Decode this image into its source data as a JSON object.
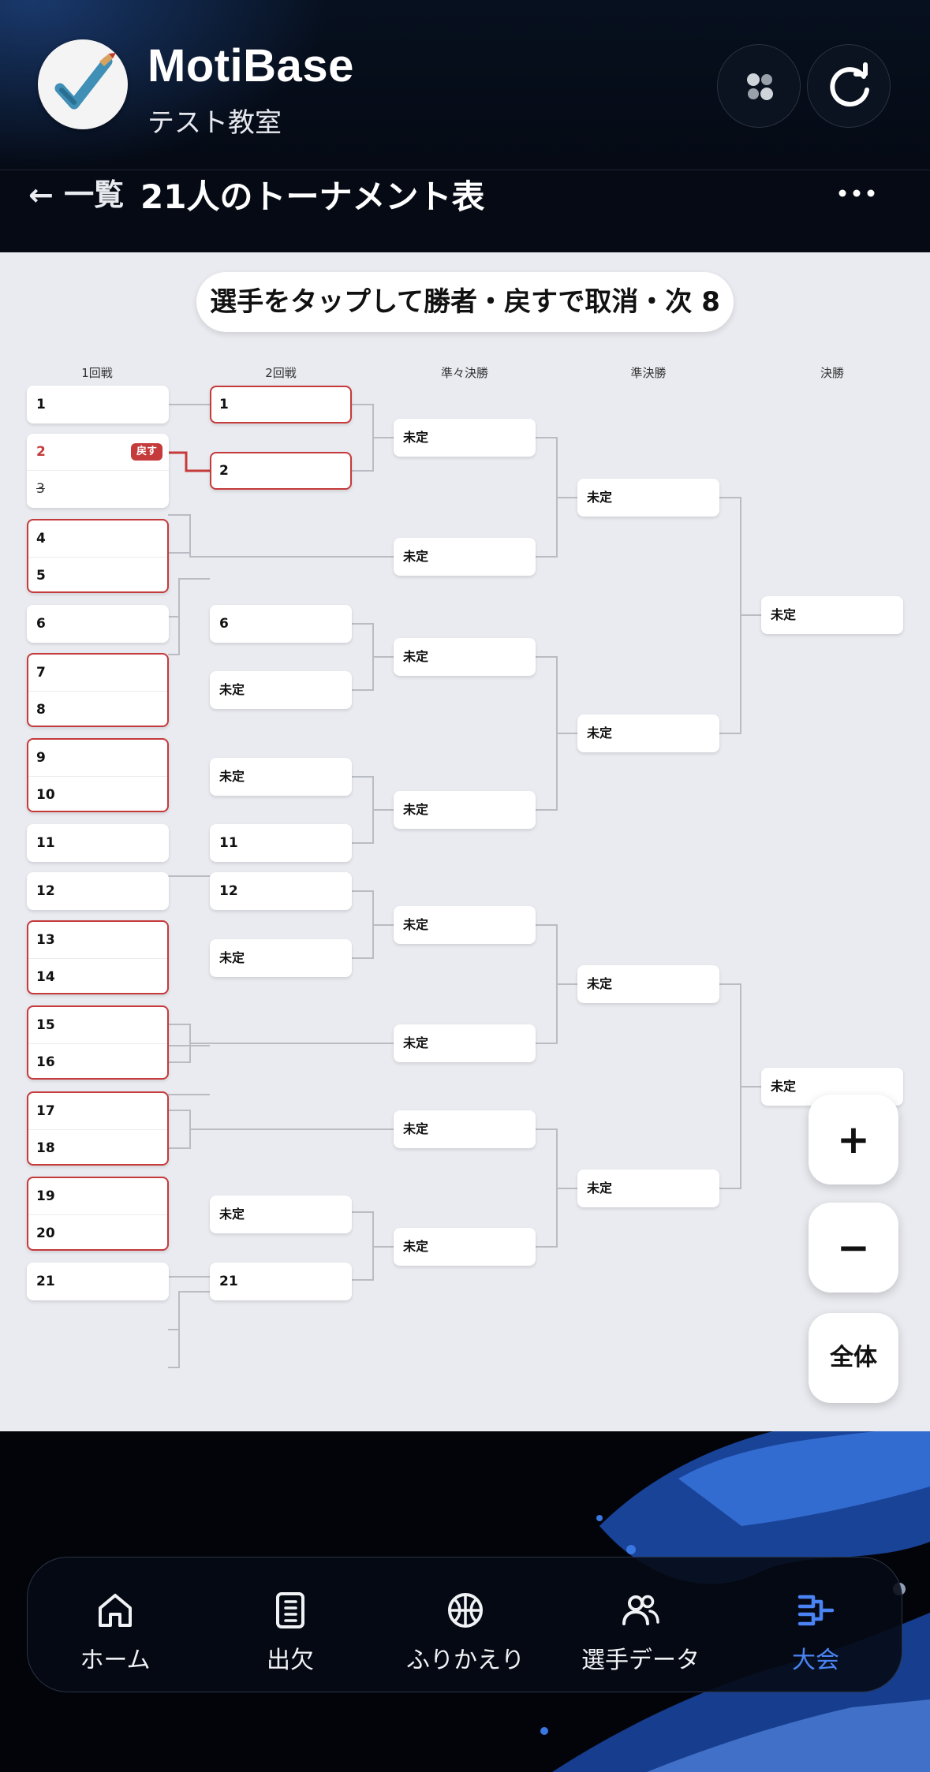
{
  "app": {
    "name": "MotiBase",
    "classroom": "テスト教室"
  },
  "titlebar": {
    "back_label": "← 一覧",
    "title": "21人のトーナメント表"
  },
  "instruction": "選手をタップして勝者・戻すで取消・次 8",
  "rounds": [
    "1回戦",
    "2回戦",
    "準々決勝",
    "準決勝",
    "決勝"
  ],
  "bracket": {
    "undecided": "未定",
    "undo_label": "戻す",
    "r1": [
      {
        "a": "1"
      },
      {
        "a": "2",
        "b": "3",
        "winner": "2"
      },
      {
        "a": "4",
        "b": "5"
      },
      {
        "a": "6"
      },
      {
        "a": "7",
        "b": "8"
      },
      {
        "a": "9",
        "b": "10"
      },
      {
        "a": "11"
      },
      {
        "a": "12"
      },
      {
        "a": "13",
        "b": "14"
      },
      {
        "a": "15",
        "b": "16"
      },
      {
        "a": "17",
        "b": "18"
      },
      {
        "a": "19",
        "b": "20"
      },
      {
        "a": "21"
      }
    ],
    "r2": [
      "1",
      "2",
      "6",
      "未定",
      "未定",
      "11",
      "12",
      "未定",
      "未定",
      "21"
    ],
    "qf": [
      "未定",
      "未定",
      "未定",
      "未定",
      "未定",
      "未定",
      "未定",
      "未定"
    ],
    "sf": [
      "未定",
      "未定",
      "未定",
      "未定"
    ],
    "final": [
      "未定",
      "未定"
    ]
  },
  "zoom": {
    "plus": "+",
    "minus": "−",
    "all": "全体"
  },
  "nav": [
    {
      "label": "ホーム",
      "icon": "home-icon"
    },
    {
      "label": "出欠",
      "icon": "attendance-list-icon"
    },
    {
      "label": "ふりかえり",
      "icon": "basketball-icon"
    },
    {
      "label": "選手データ",
      "icon": "users-icon"
    },
    {
      "label": "大会",
      "icon": "tournament-bracket-icon",
      "active": true
    }
  ],
  "colors": {
    "accent": "#4a84f4",
    "selected": "#c53a3a",
    "header_bg": "#050a14"
  }
}
